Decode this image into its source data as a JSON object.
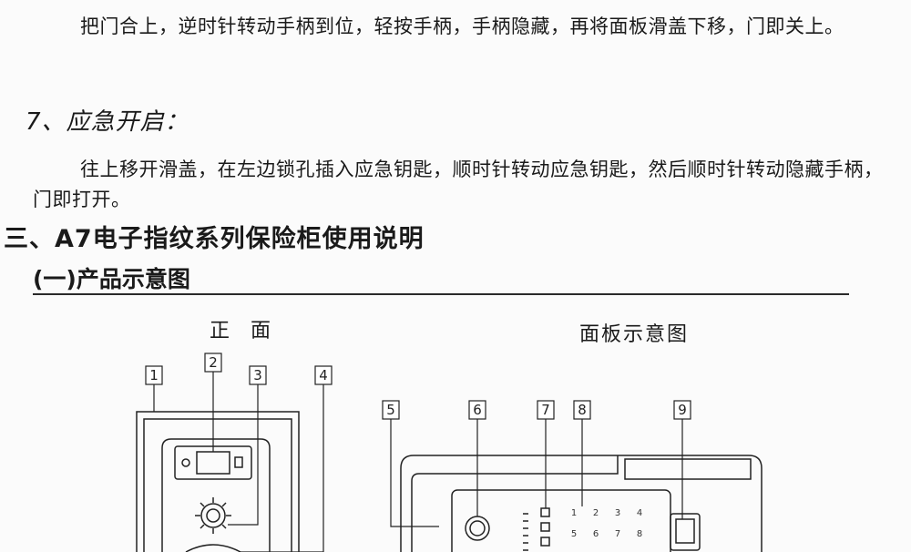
{
  "doc": {
    "para1": "把门合上，逆时针转动手柄到位，轻按手柄，手柄隐藏，再将面板滑盖下移，门即关上。",
    "heading7": "7、应急开启：",
    "para2": "往上移开滑盖，在左边锁孔插入应急钥匙，顺时针转动应急钥匙，然后顺时针转动隐藏手柄，门即打开。",
    "heading3": "三、A7电子指纹系列保险柜使用说明",
    "heading3_1": "(一)产品示意图"
  },
  "figure": {
    "front_title": "正 面",
    "panel_title": "面板示意图",
    "callouts": [
      "1",
      "2",
      "3",
      "4",
      "5",
      "6",
      "7",
      "8",
      "9"
    ],
    "keypad_row1": [
      "1",
      "2",
      "3",
      "4"
    ],
    "keypad_row2": [
      "5",
      "6",
      "7",
      "8"
    ]
  }
}
